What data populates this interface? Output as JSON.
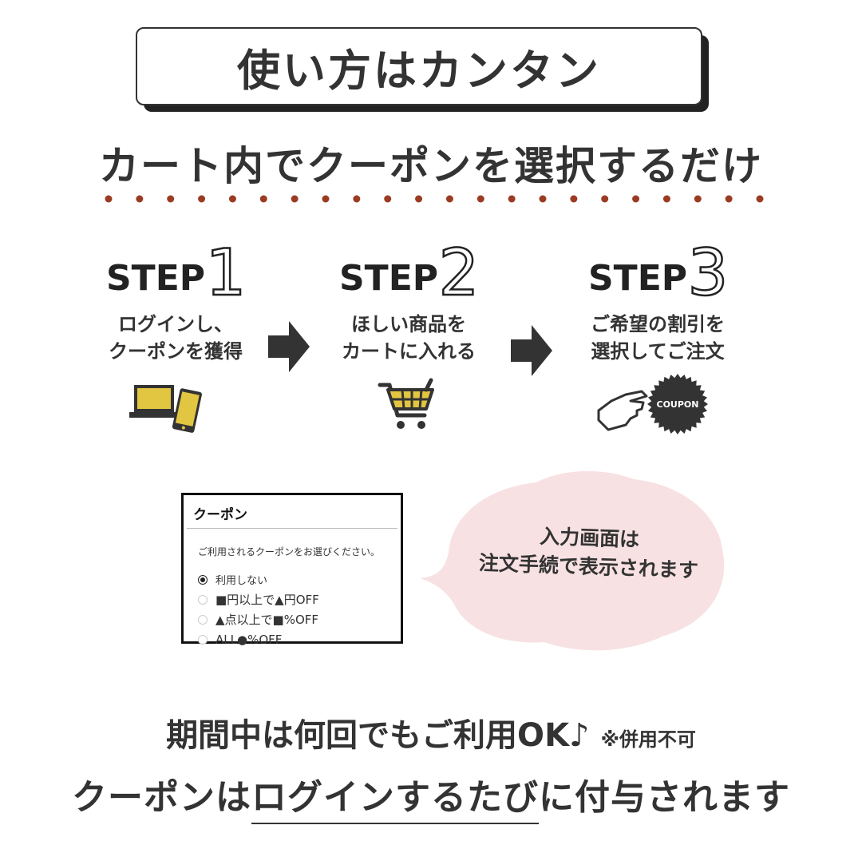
{
  "header": {
    "title": "使い方はカンタン",
    "subtitle": "カート内でクーポンを選択するだけ"
  },
  "colors": {
    "dot_accent": "#9b3b22",
    "icon_yellow": "#e2c541",
    "dark": "#333333",
    "bubble_pink": "#f8e1e3"
  },
  "steps": [
    {
      "word": "STEP",
      "number": "1",
      "line1": "ログインし、",
      "line2": "クーポンを獲得",
      "icon": "laptop-phone-icon"
    },
    {
      "word": "STEP",
      "number": "2",
      "line1": "ほしい商品を",
      "line2": "カートに入れる",
      "icon": "shopping-cart-icon"
    },
    {
      "word": "STEP",
      "number": "3",
      "line1": "ご希望の割引を",
      "line2": "選択してご注文",
      "icon": "pointing-hand-coupon-icon",
      "badge": "COUPON"
    }
  ],
  "coupon_panel": {
    "title": "クーポン",
    "intro": "ご利用されるクーポンをお選びください。",
    "options": [
      {
        "label": "利用しない",
        "selected": true
      },
      {
        "label": "■円以上で▲円OFF",
        "selected": false
      },
      {
        "label": "▲点以上で■%OFF",
        "selected": false
      },
      {
        "label": "ALL●%OFF",
        "selected": false
      }
    ]
  },
  "bubble": {
    "line1": "入力画面は",
    "line2": "注文手続で表示されます"
  },
  "footer": {
    "line1_main": "期間中は何回でもご利用OK♪",
    "line1_note": "※併用不可",
    "line2_prefix": "クーポンは",
    "line2_underlined": "ログインするたび",
    "line2_suffix": "に付与されます"
  }
}
